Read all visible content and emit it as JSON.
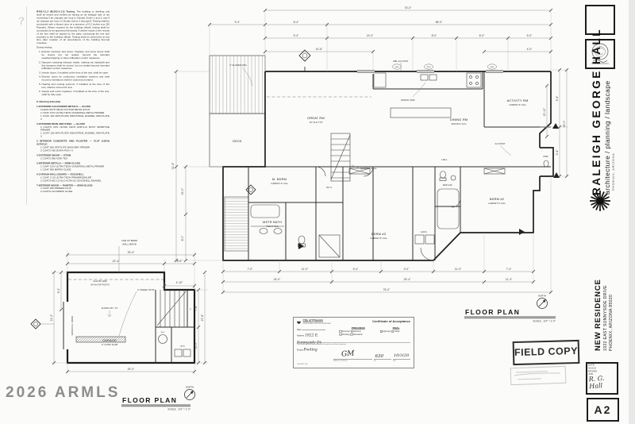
{
  "watermark": "2026 ARMLS",
  "page": {
    "field_copy": "FIELD COPY"
  },
  "notes_block": {
    "heading_bold": "R402.4.1.2 (N1102.4.1.2) Testing.",
    "para": "The building or dwelling unit shall be tested and verified as having an air leakage rate of not exceeding 5 air changes per hour in Climate Zones 1 and 2, and 3 air changes per hour in Climate Zones 3 through 8. Testing shall be conducted with a blower door at a pressure of 0.2 inches w.g. (50 Pascals). Where required by the building official, testing shall be conducted by an approved third party. A written report of the results of the test shall be signed by the party conducting the test and provided to the building official. Testing shall be performed at any time after creation of all penetrations of the building thermal envelope.",
    "during_label": "During testing:",
    "items": [
      "Exterior windows and doors, fireplace and stove doors shall be closed, but not sealed, beyond the intended weatherstripping or other infiltration control measures.",
      "Dampers including exhaust, intake, makeup air, backdraft and flue dampers shall be closed, but not sealed beyond intended infiltration control measures.",
      "Interior doors, if installed at the time of the test, shall be open.",
      "Exterior doors for continuous ventilation systems and heat recovery ventilators shall be closed and sealed.",
      "Heating and cooling systems, if installed at the time of the test, shall be turned off; and",
      "Supply and return registers, if installed at the time of the test, shall be fully open."
    ],
    "schedule_title": "II. Painting Schedule",
    "schedule": [
      {
        "t": "1  EXTERIOR GALVANIZED METALS — GLOSS",
        "l1": "CLEAN WITH KRUD KUTTER METAL ETCH",
        "l2": "1 COAT COV ULTRA TECH UNIVERSAL METAL PRIMER",
        "l3": "1 COAT 100 ARO-PLATE INDUSTRIAL ENAMEL ARO-PLATE II"
      },
      {
        "t": "2  EXTERIOR IRON AND STEEL — GLOSS",
        "l1": "2 COATS COV ULTRA TECH ACRYLIC RUST INHIBITIVE PRIMER",
        "l2": "1 COAT 100 ARO-PLATE INDUSTRIAL ENAMEL ARO-PLATE II",
        "l3": ""
      },
      {
        "t": "3  INTERIOR CONCRETE AND PLASTER — FLAT (100%) ACRYLIC",
        "l1": "1 COAT 260 SPOTLITE MASONRY PRIMER",
        "l2": "2 COATS 420 DURA-POXY II",
        "l3": ""
      },
      {
        "t": "4  EXTERIOR WOOD — STAIN",
        "l1": "2 COATS 990 ACRI-TEX",
        "l2": "",
        "l3": ""
      },
      {
        "t": "5  INTERIOR METALS — SEMI-GLOSS",
        "l1": "1 COAT COV ULTRA TECH UNIVERSAL METAL PRIMER",
        "l2": "1 COAT 990 MIRRO-GLIDE",
        "l3": ""
      },
      {
        "t": "6  GYPSUM WALL BOARD — EGGSHELL",
        "l1": "1 COAT C-32 ULTRA TECH PRIMER/SEALER",
        "l2": "2 COATS #22 LO-GLO ACRYLIC EGGSHELL ENAMEL",
        "l3": ""
      },
      {
        "t": "7  INTERIOR WOOD — PAINTED — SEMI-GLOSS",
        "l1": "1 COAT 260 PRIMER PLUS",
        "l2": "2 COATS 124 MIRRO GLIDE",
        "l3": ""
      }
    ]
  },
  "main_plan": {
    "title": "FLOOR PLAN",
    "scale": "SCALE :  1/4\" = 1'-0\"",
    "north": "NORTH",
    "rooms": {
      "deck": "DECK",
      "mbr": "M. BDRM",
      "mbr_sub": "CARPET 9' CLG",
      "mbath": "MSTR BATH",
      "mbath_sub": "TILE 9' CLG",
      "wic": "W.I.C.",
      "great": "GREAT RM",
      "great_sub": "10' CLG TYP",
      "dining": "DINING RM",
      "dining_sub": "WOOD 9' CLG",
      "hall": "HALL",
      "activity": "ACTIVITY RM",
      "activity_sub": "CARPET 9' CLG",
      "bdrm2": "BDRM #2",
      "bdrm2_sub": "CARPET 9' CLG",
      "bdrm3": "BDRM #3",
      "bdrm3_sub": "CARPET 9' CLG",
      "bath2": "BATH #2",
      "laun": "LAUN.",
      "pdr": "PDR."
    },
    "notes": {
      "post1": "DBL 2x4 POST",
      "post2": "2x4 POST",
      "sloping": "SLOPING WALL",
      "sink": "RANCH SINK",
      "slope_deck": "2\" SLOPED DKG",
      "wdw_tag": "3050"
    },
    "dims": [
      "76'-0\"",
      "9'-4\"",
      "8'-4\"",
      "58'-0\"",
      "5'-4\"",
      "13'-4\"",
      "8'-0\"",
      "8'-0\"",
      "5'-0\"",
      "10'-6\"",
      "31'-4\"",
      "15'-0\"",
      "8'-0\"",
      "9'-4\"",
      "5'-4\"",
      "25'-0\"",
      "20'-10\"",
      "7'-0\"",
      "11'-0\"",
      "5'-4\"",
      "9'-0\"",
      "11'-0\"",
      "7'-4\"",
      "24'-0\"",
      "29'-4\"",
      "11'-4\"",
      "76'-0\"",
      "4'-0\""
    ]
  },
  "garage_plan": {
    "title": "FLOOR PLAN",
    "scale": "SCALE :  1/4\" = 1'-0\"",
    "north": "NORTH",
    "rooms": {
      "garage": "GARAGE",
      "garage_sub": "4\" CONC SLAB",
      "wh": "W.H.",
      "laun": "LAUN.",
      "cl": "CL."
    },
    "notes": {
      "bdrm1": "LINE OF BDRM",
      "bdrm2": "WALL ABOVE",
      "hdr": "4x12 DF HDR",
      "hdr2": "W/ 4x4 DF POSTS",
      "wheel": "4\" WHEEL STOP",
      "slope": "SLOPE 1/8\" / FT",
      "ohdr": "WOOD O.H. DOOR"
    },
    "dims": [
      "29'-4\"",
      "22'-4\"",
      "8'-0\"",
      "29'-4\"",
      "21'-2\"",
      "9'-2\"",
      "27'-8\"",
      "7'-8\"",
      "11'-0\"",
      "4'-10\""
    ]
  },
  "title_block": {
    "firm": "RALEIGH GEORGE HALL",
    "firm_sub": "architecture / planning / landscape",
    "firm_line": "PHOENIX, ARIZONA",
    "project": "NEW RESIDENCE",
    "addr1": "1922 EAST SUNNYSIDE DRIVE",
    "addr2": "PHOENIX, ARIZONA 85020",
    "sheet": "A2",
    "sig_rows": {
      "r1": "DATE",
      "r2": "SCALE",
      "r3": "DRAWN",
      "r4": "JOB"
    },
    "signature": "R. G. Hall"
  },
  "certificate": {
    "city": "City of Phoenix",
    "dept": "DEVELOPMENT SERVICES DEPARTMENT",
    "title": "Certificate of Acceptance",
    "progress": "PROGRESS",
    "final": "FINAL",
    "date_label": "Date",
    "address_label": "Address",
    "project_label": "Project",
    "address_hand": "1922 E. Sunnyside Dr.",
    "project_hand": "Footing",
    "opt_p1": "Structural",
    "opt_p2": "Electrical",
    "opt_p3": "Plumbing",
    "opt_p4": "Mechanical",
    "opt_f1": "Approved",
    "opt_f2": "Partial",
    "note": "This certificate shall remain posted on the job site until final inspection.",
    "sig": "GM",
    "badge": "630",
    "date": "10/3/20",
    "sig_caption": "Signature of Inspector",
    "badge_caption": "No.",
    "date_caption": "Date",
    "footer": "G-48 (REV. 5/99)"
  }
}
